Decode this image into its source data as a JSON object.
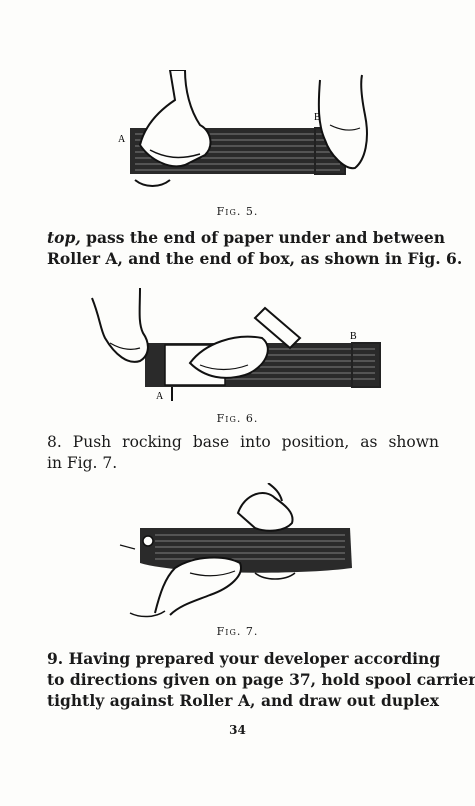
{
  "figures": [
    {
      "caption": "Fig. 5.",
      "labels": [
        "A",
        "B"
      ]
    },
    {
      "caption": "Fig. 6.",
      "labels": [
        "B",
        "A"
      ]
    },
    {
      "caption": "Fig. 7.",
      "labels": []
    }
  ],
  "paragraphs": {
    "p1": {
      "line1_em": "top,",
      "line1_rest": " pass the end of paper under and between",
      "line2": "Roller A, and the end of box, as shown in Fig. 6."
    },
    "p2": {
      "line1": "8. Push rocking base into position, as shown",
      "line2": "in Fig. 7."
    },
    "p3": {
      "line1": "9. Having prepared your developer according",
      "line2": "to directions given on page 37, hold spool carrier",
      "line3": "tightly against Roller A, and draw out duplex"
    }
  },
  "page_number": "34"
}
